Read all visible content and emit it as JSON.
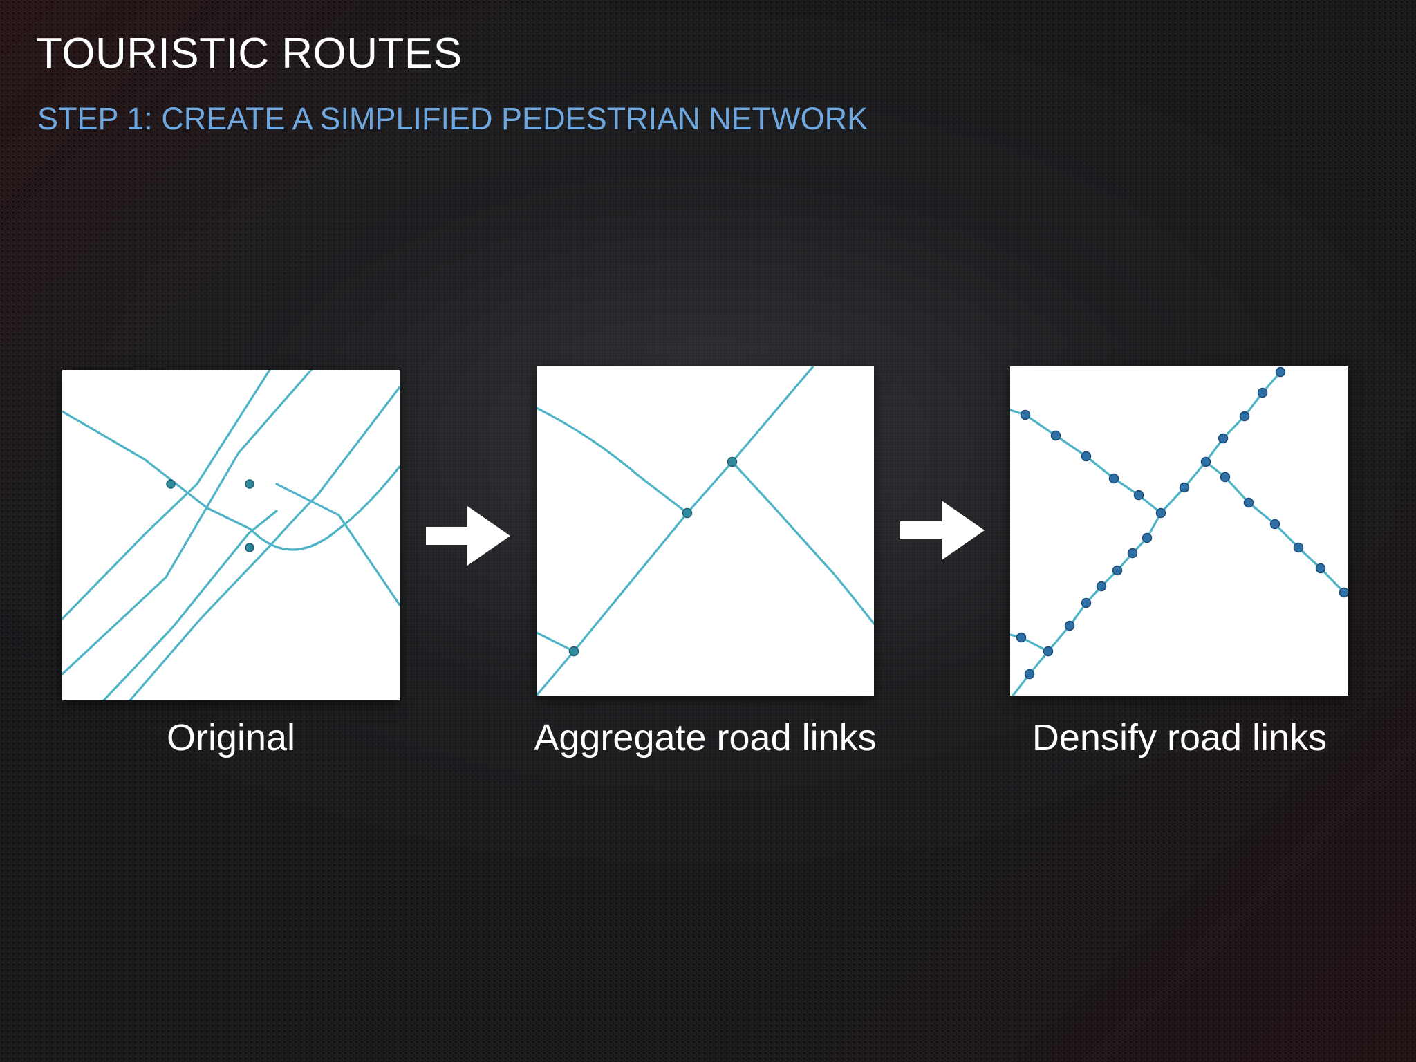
{
  "slide": {
    "title": "TOURISTIC ROUTES",
    "subtitle": "STEP 1: CREATE A SIMPLIFIED PEDESTRIAN NETWORK"
  },
  "panels": [
    {
      "caption": "Original"
    },
    {
      "caption": "Aggregate road links"
    },
    {
      "caption": "Densify road links"
    }
  ],
  "colors": {
    "title": "#ffffff",
    "subtitle": "#6fa8e0",
    "road_line": "#4db3c6",
    "node": "#2f8a9e",
    "densify_node": "#2e6fa6",
    "panel_background": "#ffffff",
    "arrow": "#ffffff"
  },
  "icons": {
    "arrow": "right-arrow-icon"
  }
}
